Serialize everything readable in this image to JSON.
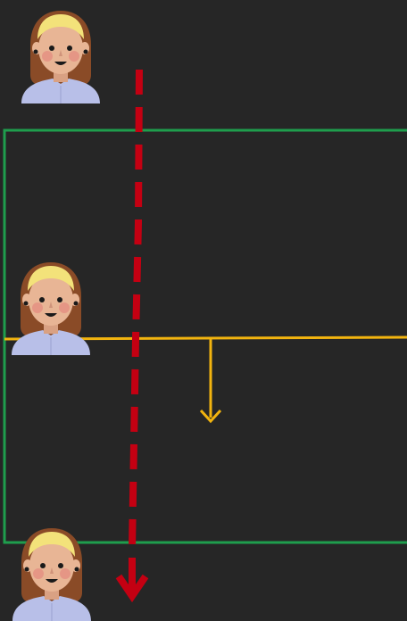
{
  "colors": {
    "background": "#262626",
    "zone_border": "#1f9e4d",
    "threshold_line": "#f2b40f",
    "motion_arrow": "#c40012",
    "skin": "#e8b595",
    "hair": "#8a4b27",
    "headband": "#f3e27a",
    "shirt": "#b8bfe8",
    "cheek": "#e48c80",
    "dark": "#1a1a1a"
  },
  "figures": [
    {
      "name": "person-icon-top",
      "icon": "woman-avatar-icon"
    },
    {
      "name": "person-icon-middle",
      "icon": "woman-avatar-icon"
    },
    {
      "name": "person-icon-bottom",
      "icon": "woman-avatar-icon"
    }
  ]
}
